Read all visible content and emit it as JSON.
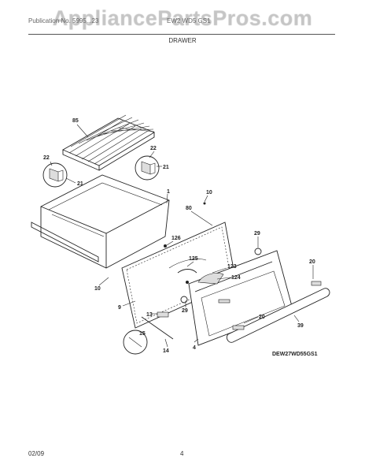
{
  "watermark": "AppliancePartsPros.com",
  "header": {
    "left": "Publication No. 5995...23",
    "right": "EW2 WD5 GS1"
  },
  "section_title": "DRAWER",
  "model_code": "DEW27WD55GS1",
  "footer": {
    "date": "02/09",
    "page": "4"
  },
  "callouts": [
    "85",
    "22",
    "21",
    "22",
    "21",
    "1",
    "10",
    "80",
    "126",
    "29",
    "125",
    "123",
    "124",
    "20",
    "9",
    "29",
    "13",
    "10",
    "20",
    "39",
    "15",
    "14",
    "4"
  ]
}
